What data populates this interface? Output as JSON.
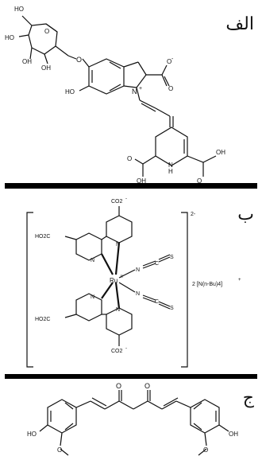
{
  "panels": [
    {
      "label": "الف",
      "atoms": {
        "ho_top": "HO",
        "oh_left": "OH",
        "ho_ring": "HO",
        "oh_ring": "OH",
        "o_ring": "O",
        "o_link": "O",
        "oh_phenol": "HO",
        "o_minus": "O",
        "minus": "-",
        "n_plus": "N",
        "plus": "+",
        "oh_bottom1": "OH",
        "o_bottom1": "O",
        "nh": "H",
        "n_py": "N",
        "oh_bottom2": "OH",
        "o_bottom2": "O"
      }
    },
    {
      "label": "ب",
      "atoms": {
        "co2_top": "CO2",
        "co2_top_charge": "-",
        "ho2c_left_top": "HO2C",
        "n1": "N",
        "n2": "N",
        "ncs1_n": "N",
        "ncs1_c": "C",
        "ncs1_s": "S",
        "ru": "Ru",
        "ru_charge": "II",
        "n3": "N",
        "n4": "N",
        "ncs2_n": "N",
        "ncs2_c": "C",
        "ncs2_s": "S",
        "ho2c_left_bottom": "HO2C",
        "co2_bottom": "CO2",
        "co2_bottom_charge": "-",
        "charge": "2-",
        "counter_ion": "2 [N(n-Bu)4]",
        "counter_charge": "+"
      }
    },
    {
      "label": "ج",
      "atoms": {
        "o1": "O",
        "o2": "O",
        "ho_left": "HO",
        "ome_left": "O",
        "oh_right": "OH",
        "ome_right": "O"
      }
    }
  ],
  "colors": {
    "ink": "#111111",
    "separator": "#000000"
  }
}
